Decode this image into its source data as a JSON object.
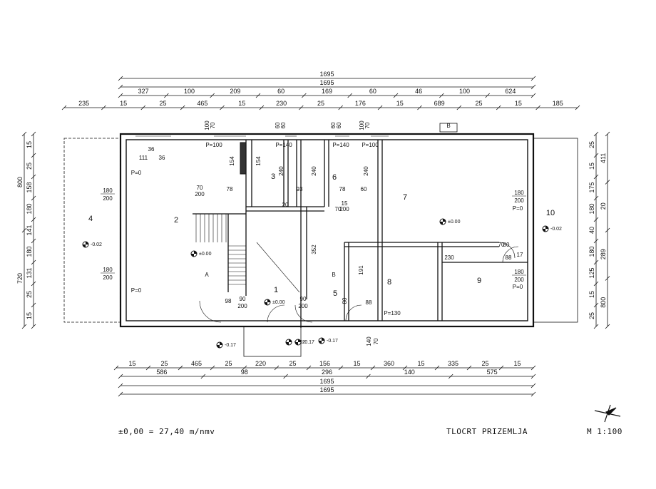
{
  "dim_rows": {
    "top": [
      [
        "1695"
      ],
      [
        "1695"
      ],
      [
        "327",
        "100",
        "209",
        "60",
        "169",
        "60",
        "46",
        "100",
        "624"
      ],
      [
        "235",
        "15",
        "25",
        "465",
        "15",
        "230",
        "25",
        "176",
        "15",
        "689",
        "25",
        "15",
        "185"
      ]
    ],
    "bottom": [
      [
        "15",
        "25",
        "465",
        "25",
        "220",
        "25",
        "156",
        "15",
        "360",
        "15",
        "335",
        "25",
        "15"
      ],
      [
        "586",
        "98",
        "296",
        "140",
        "575"
      ],
      [
        "1695"
      ],
      [
        "1695"
      ]
    ],
    "left": [
      [
        "15",
        "25",
        "158",
        "180",
        "141",
        "180",
        "131",
        "25",
        "15"
      ],
      [
        "800",
        "720"
      ]
    ],
    "right": [
      [
        "25",
        "15",
        "175",
        "180",
        "40",
        "180",
        "125",
        "15",
        "25"
      ],
      [
        "411",
        "20",
        "289",
        "800"
      ]
    ]
  },
  "rooms": [
    "1",
    "2",
    "3",
    "4",
    "5",
    "6",
    "7",
    "8",
    "9",
    "10"
  ],
  "levels": [
    "-0.02",
    "±0.00",
    "±0.00",
    "±0.00",
    "-0.02",
    "-0.17",
    "-0.02",
    "-0.17",
    "-0.17"
  ],
  "window_labels": [
    "180",
    "200",
    "180",
    "200",
    "180",
    "200",
    "180",
    "200"
  ],
  "inner_dims": [
    "100",
    "70",
    "60",
    "60",
    "60",
    "60",
    "100",
    "70",
    "36",
    "111",
    "36",
    "154",
    "154",
    "240",
    "240",
    "240",
    "70",
    "200",
    "78",
    "93",
    "78",
    "15",
    "60",
    "70",
    "200",
    "352",
    "20",
    "191",
    "230",
    "80",
    "88",
    "70",
    "17",
    "90",
    "200",
    "90",
    "200",
    "98",
    "80",
    "88",
    "140",
    "70",
    "P=100",
    "P=140",
    "P=140",
    "P=100",
    "P=0",
    "P=0",
    "P=0",
    "P=0",
    "P=130"
  ],
  "marks": [
    "A",
    "B",
    "B"
  ],
  "footer": {
    "datum": "±0,00 = 27,40 m/nmv",
    "title": "TLOCRT PRIZEMLJA",
    "scale": "M  1:100"
  }
}
